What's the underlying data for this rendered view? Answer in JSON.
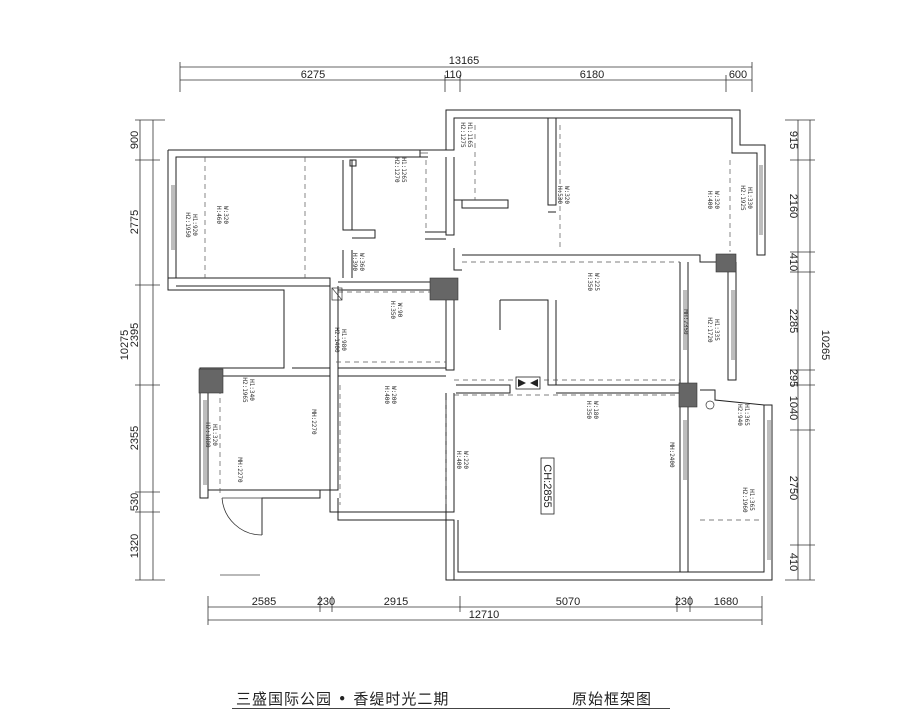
{
  "caption": {
    "project": "三盛国际公园 • 香缇时光二期",
    "drawing": "原始框架图"
  },
  "dims": {
    "top_total": "13165",
    "top_parts": [
      "6275",
      "110",
      "6180",
      "600"
    ],
    "bottom_total": "12710",
    "bottom_parts": [
      "2585",
      "230",
      "2915",
      "5070",
      "230",
      "1680"
    ],
    "left_total": "10275",
    "left_parts": [
      "900",
      "2775",
      "2395",
      "2355",
      "530",
      "1320"
    ],
    "right_total": "10265",
    "right_parts": [
      "915",
      "2160",
      "410",
      "2285",
      "295",
      "1040",
      "2750",
      "410"
    ]
  },
  "ceiling_tag": "CH:2855",
  "annotations": [
    {
      "id": "a1",
      "lines": [
        "W:320",
        "H:460"
      ]
    },
    {
      "id": "a2",
      "lines": [
        "H1:920",
        "H2:1950"
      ]
    },
    {
      "id": "a3",
      "lines": [
        "H1:1265",
        "H2:1270"
      ]
    },
    {
      "id": "a4",
      "lines": [
        "W:360",
        "H:390"
      ]
    },
    {
      "id": "a5",
      "lines": [
        "H1:1165",
        "H2:1275"
      ]
    },
    {
      "id": "a6",
      "lines": [
        "W:320",
        "H:530"
      ]
    },
    {
      "id": "a7",
      "lines": [
        "H1:330",
        "H2:1925"
      ]
    },
    {
      "id": "a8",
      "lines": [
        "W:320",
        "H:400"
      ]
    },
    {
      "id": "a9",
      "lines": [
        "W:90",
        "H:350"
      ]
    },
    {
      "id": "a10",
      "lines": [
        "W:225",
        "H:350"
      ]
    },
    {
      "id": "a11",
      "lines": [
        "H1:980",
        "H2:1400"
      ]
    },
    {
      "id": "a12",
      "lines": [
        "MH:2350"
      ]
    },
    {
      "id": "a13",
      "lines": [
        "H1:335",
        "H2:1720"
      ]
    },
    {
      "id": "a14",
      "lines": [
        "H1:340",
        "H2:1965"
      ]
    },
    {
      "id": "a15",
      "lines": [
        "W:200",
        "H:400"
      ]
    },
    {
      "id": "a16",
      "lines": [
        "W:180",
        "H:350"
      ]
    },
    {
      "id": "a17",
      "lines": [
        "H1:320",
        "H2:1880"
      ]
    },
    {
      "id": "a18",
      "lines": [
        "MH:2270"
      ]
    },
    {
      "id": "a19",
      "lines": [
        "MH:2270"
      ]
    },
    {
      "id": "a20",
      "lines": [
        "W:220",
        "H:400"
      ]
    },
    {
      "id": "a21",
      "lines": [
        "MH:2400"
      ]
    },
    {
      "id": "a22",
      "lines": [
        "H1:365",
        "H2:940"
      ]
    },
    {
      "id": "a23",
      "lines": [
        "H1:365",
        "H2:1960"
      ]
    }
  ]
}
